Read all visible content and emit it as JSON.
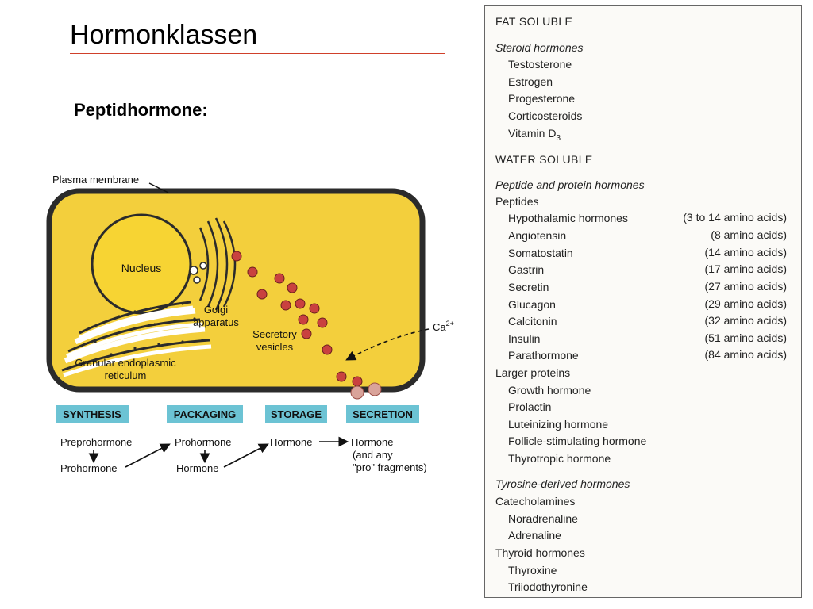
{
  "slide": {
    "title": "Hormonklassen",
    "subtitle": "Peptidhormone:"
  },
  "figure": {
    "plasma_membrane": "Plasma membrane",
    "nucleus": "Nucleus",
    "golgi_1": "Golgi",
    "golgi_2": "apparatus",
    "vesicles_1": "Secretory",
    "vesicles_2": "vesicles",
    "er_1": "Granular endoplasmic",
    "er_2": "reticulum",
    "calcium": "Ca",
    "calcium_sup": "2+",
    "stages": [
      "SYNTHESIS",
      "PACKAGING",
      "STORAGE",
      "SECRETION"
    ],
    "flow": {
      "preprohormone": "Preprohormone",
      "prohormone_1": "Prohormone",
      "prohormone_2": "Prohormone",
      "hormone_1": "Hormone",
      "hormone_2": "Hormone",
      "hormone_3": "Hormone",
      "hormone_3_note_1": "(and any",
      "hormone_3_note_2": "\"pro\" fragments)"
    }
  },
  "table": {
    "fat_soluble": "FAT SOLUBLE",
    "steroid_header": "Steroid hormones",
    "steroids": [
      "Testosterone",
      "Estrogen",
      "Progesterone",
      "Corticosteroids"
    ],
    "vitamin": "Vitamin D",
    "vitamin_sub": "3",
    "water_soluble": "WATER SOLUBLE",
    "peptide_protein_header": "Peptide and protein hormones",
    "peptides_header": "Peptides",
    "peptides": [
      {
        "name": "Hypothalamic hormones",
        "amino": "(3 to 14 amino acids)"
      },
      {
        "name": "Angiotensin",
        "amino": "(8 amino acids)"
      },
      {
        "name": "Somatostatin",
        "amino": "(14 amino acids)"
      },
      {
        "name": "Gastrin",
        "amino": "(17 amino acids)"
      },
      {
        "name": "Secretin",
        "amino": "(27 amino acids)"
      },
      {
        "name": "Glucagon",
        "amino": "(29 amino acids)"
      },
      {
        "name": "Calcitonin",
        "amino": "(32 amino acids)"
      },
      {
        "name": "Insulin",
        "amino": "(51 amino acids)"
      },
      {
        "name": "Parathormone",
        "amino": "(84 amino acids)"
      }
    ],
    "larger_header": "Larger proteins",
    "larger": [
      "Growth hormone",
      "Prolactin",
      "Luteinizing hormone",
      "Follicle-stimulating hormone",
      "Thyrotropic hormone"
    ],
    "tyrosine_header": "Tyrosine-derived hormones",
    "catecholamines_header": "Catecholamines",
    "catecholamines": [
      "Noradrenaline",
      "Adrenaline"
    ],
    "thyroid_header": "Thyroid hormones",
    "thyroid": [
      "Thyroxine",
      "Triiodothyronine"
    ]
  },
  "colors": {
    "cell_fill": "#f3cf3c",
    "membrane": "#2b2b2b",
    "nucleus_fill": "#f7d433",
    "vesicle": "#c9413f",
    "stage_label_bg": "#6cc3d4",
    "title_rule": "#d0402a"
  }
}
